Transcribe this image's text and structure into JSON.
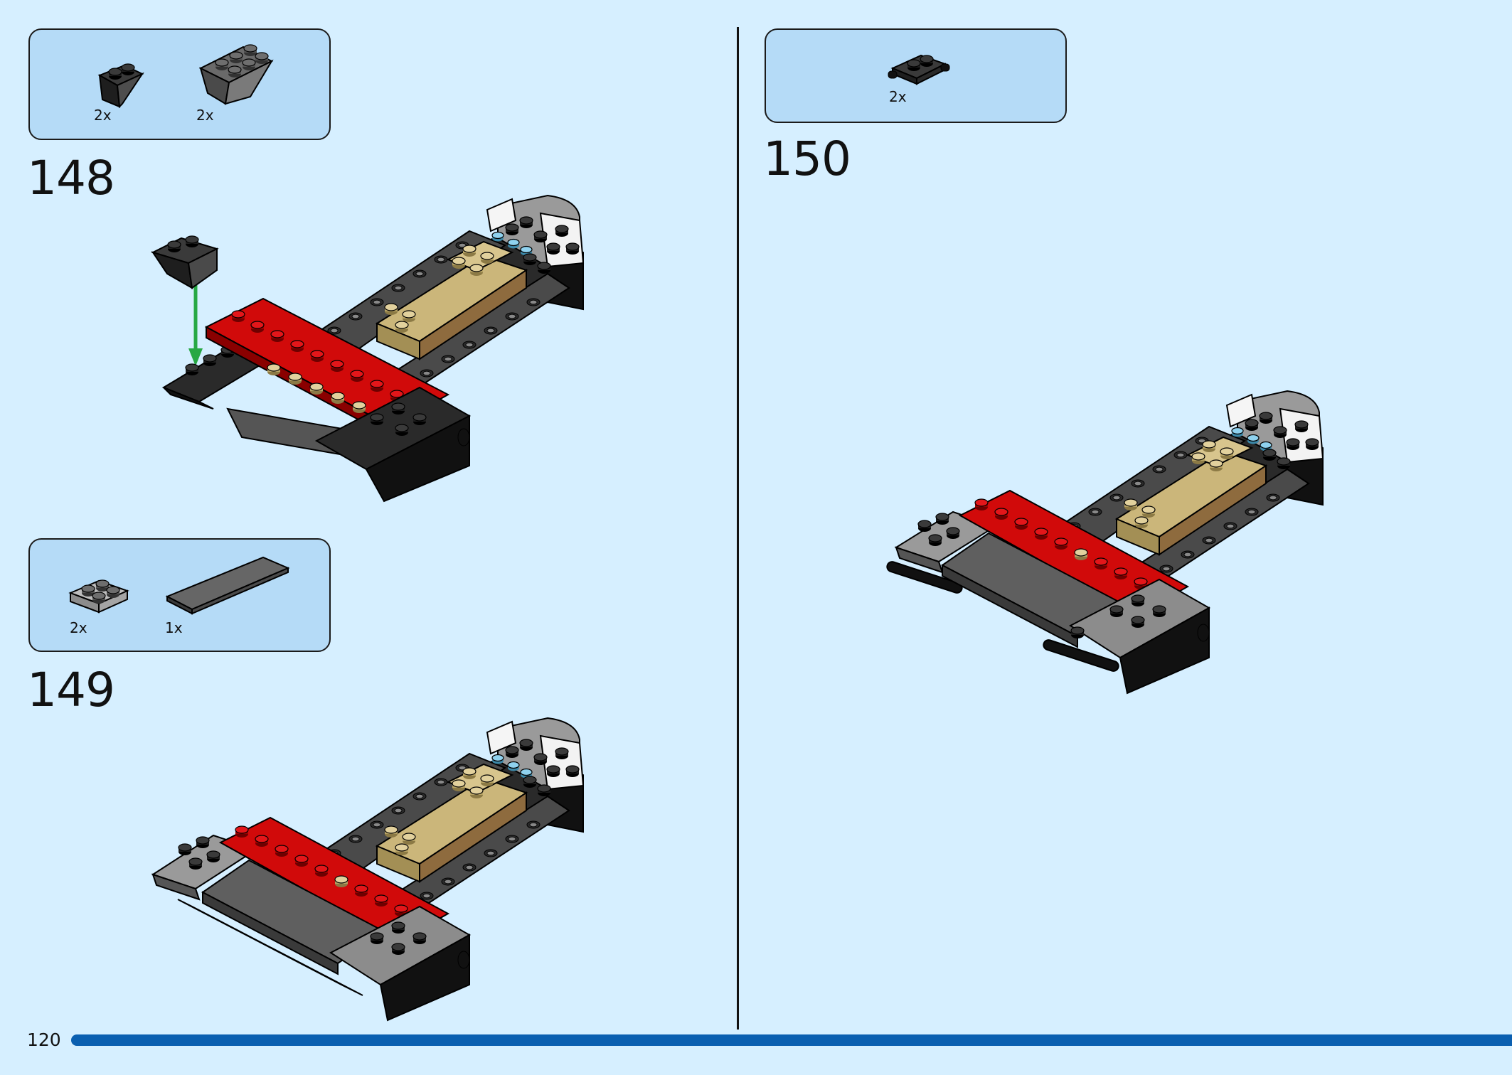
{
  "steps": [
    {
      "number": "148",
      "parts": [
        {
          "qty": "2x",
          "icon": "dark-gray-inverted-slope-icon"
        },
        {
          "qty": "2x",
          "icon": "gray-inverted-slope-2x4-icon"
        }
      ]
    },
    {
      "number": "149",
      "parts": [
        {
          "qty": "2x",
          "icon": "light-gray-plate-2x2-icon"
        },
        {
          "qty": "1x",
          "icon": "dark-gray-tile-long-icon"
        }
      ]
    },
    {
      "number": "150",
      "parts": [
        {
          "qty": "2x",
          "icon": "black-plate-with-clips-icon"
        }
      ]
    }
  ],
  "footer": {
    "page_number": "120"
  },
  "colors": {
    "background": "#d6efff",
    "parts_box": "#b5dbf7",
    "progress_bar": "#0a5fb0",
    "brick_red": "#d10a0a",
    "brick_tan": "#d8c58d",
    "brick_dark_gray": "#595959",
    "brick_black": "#1e1e1e",
    "arrow_green": "#27a844",
    "brick_light_blue": "#7cc7e8"
  }
}
